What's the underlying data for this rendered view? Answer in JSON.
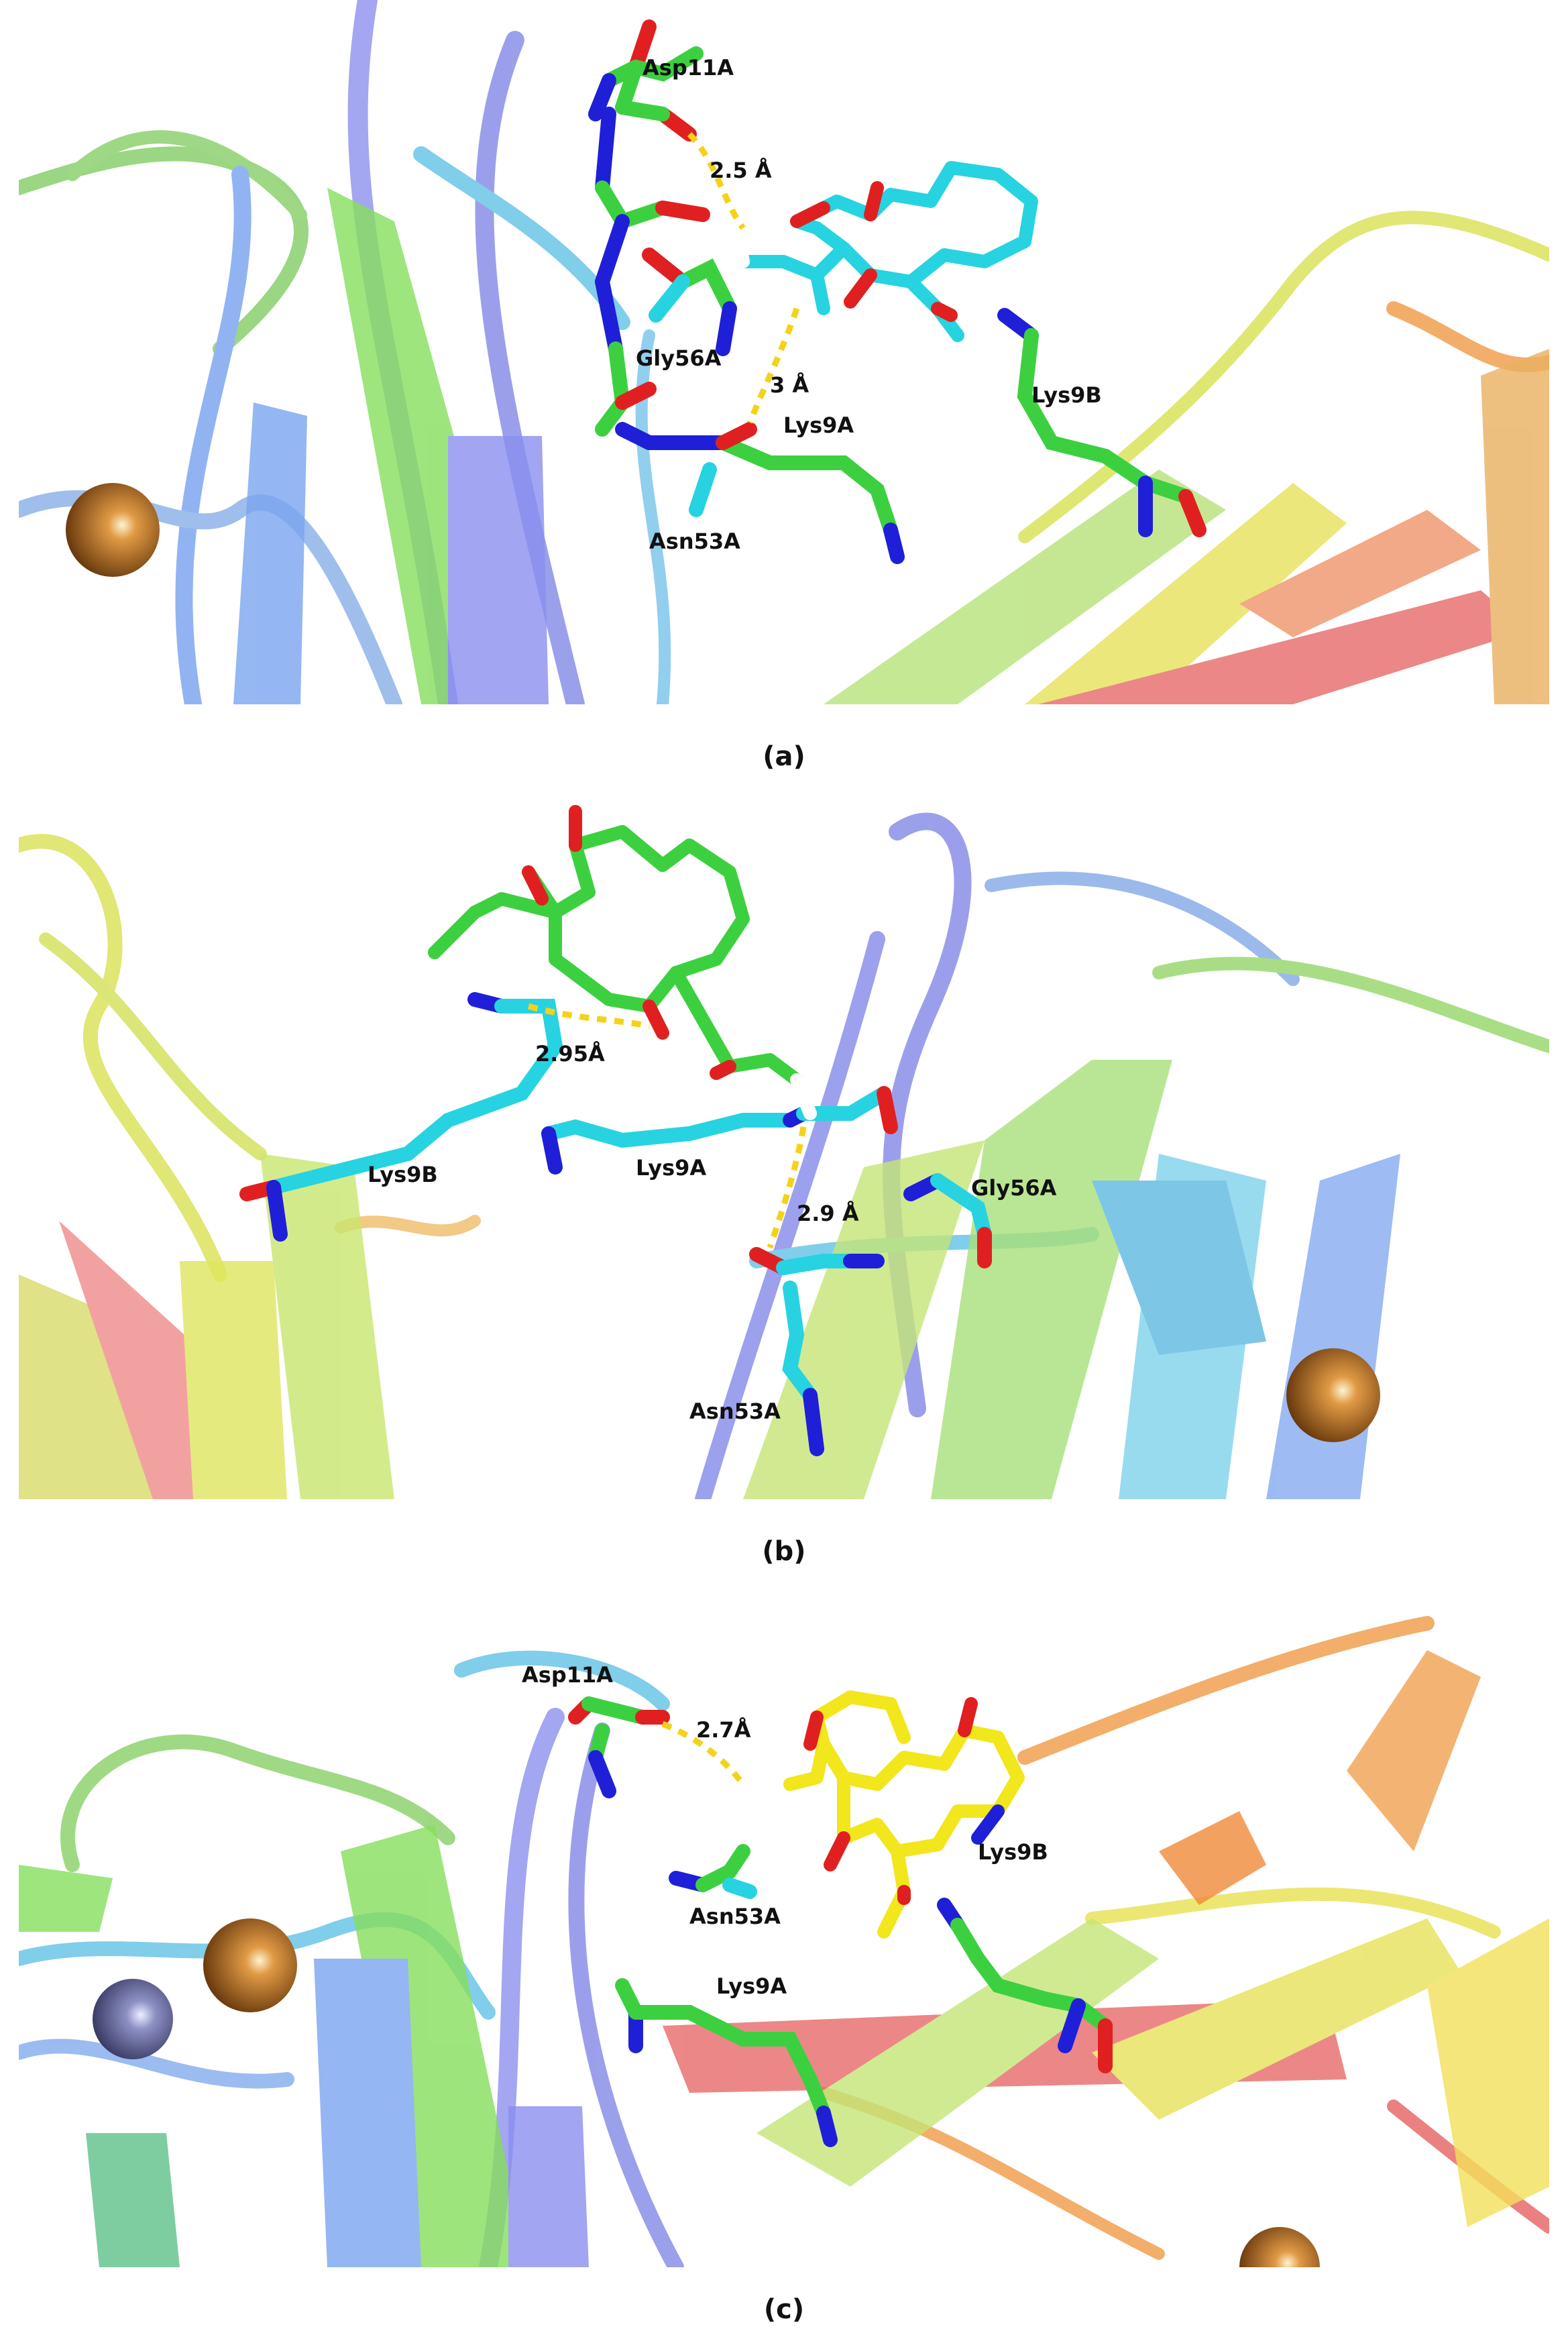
{
  "panels": [
    {
      "caption": "(a)",
      "residues": {
        "asp11a": "Asp11A",
        "gly56a": "Gly56A",
        "lys9a": "Lys9A",
        "lys9b": "Lys9B",
        "asn53a": "Asn53A"
      },
      "distances": [
        "2.5 Å",
        "3 Å"
      ]
    },
    {
      "caption": "(b)",
      "residues": {
        "lys9b": "Lys9B",
        "lys9a": "Lys9A",
        "gly56a": "Gly56A",
        "asn53a": "Asn53A"
      },
      "distances": [
        "2.95Å",
        "2.9 Å"
      ]
    },
    {
      "caption": "(c)",
      "residues": {
        "asp11a": "Asp11A",
        "asn53a": "Asn53A",
        "lys9b": "Lys9B",
        "lys9a": "Lys9A"
      },
      "distances": [
        "2.7Å"
      ]
    }
  ],
  "colors": {
    "ligand_a": "#27d3e0",
    "ligand_b": "#3cd040",
    "ligand_c": "#f2e61c",
    "carbon_green": "#3cd040",
    "carbon_cyan": "#27d3e0",
    "nitrogen": "#1f1fd8",
    "oxygen": "#e02020",
    "hbond": "#f5d21a",
    "metal_copper": "#c7792a",
    "metal_zinc": "#7c7fb0"
  }
}
